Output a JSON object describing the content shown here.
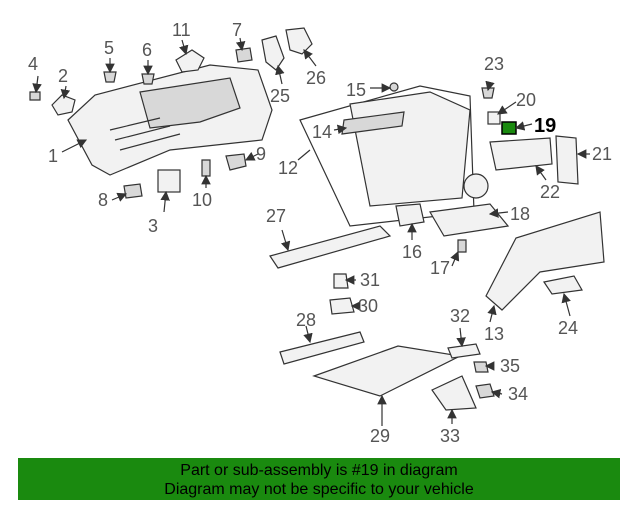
{
  "diagram": {
    "callouts": [
      "1",
      "2",
      "3",
      "4",
      "5",
      "6",
      "7",
      "8",
      "9",
      "10",
      "11",
      "12",
      "13",
      "14",
      "15",
      "16",
      "17",
      "18",
      "19",
      "20",
      "21",
      "22",
      "23",
      "24",
      "25",
      "26",
      "27",
      "28",
      "29",
      "30",
      "31",
      "32",
      "33",
      "34",
      "35"
    ],
    "highlighted_part": "19"
  },
  "banner": {
    "line1": "Part or sub-assembly is #19 in diagram",
    "line2": "Diagram may not be specific to your vehicle",
    "color": "#1a8a0f"
  }
}
